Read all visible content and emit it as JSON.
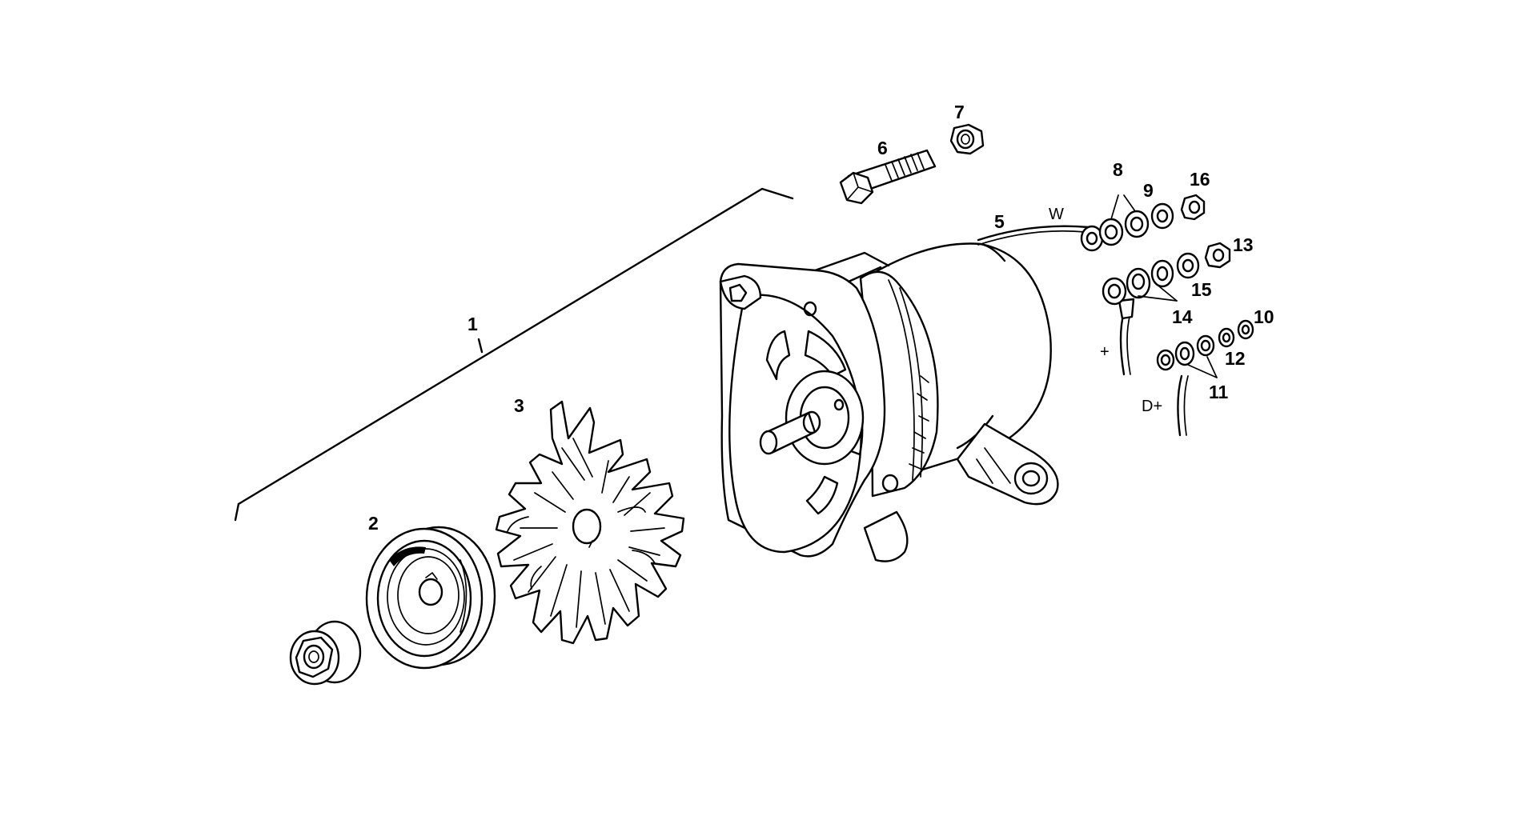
{
  "diagram": {
    "callouts": {
      "c1": "1",
      "c2": "2",
      "c3": "3",
      "c5": "5",
      "c6": "6",
      "c7": "7",
      "c8": "8",
      "c9": "9",
      "c10": "10",
      "c11": "11",
      "c12": "12",
      "c13": "13",
      "c14": "14",
      "c15": "15",
      "c16": "16"
    },
    "terminals": {
      "w": "W",
      "plus": "+",
      "d_plus": "D+"
    }
  }
}
